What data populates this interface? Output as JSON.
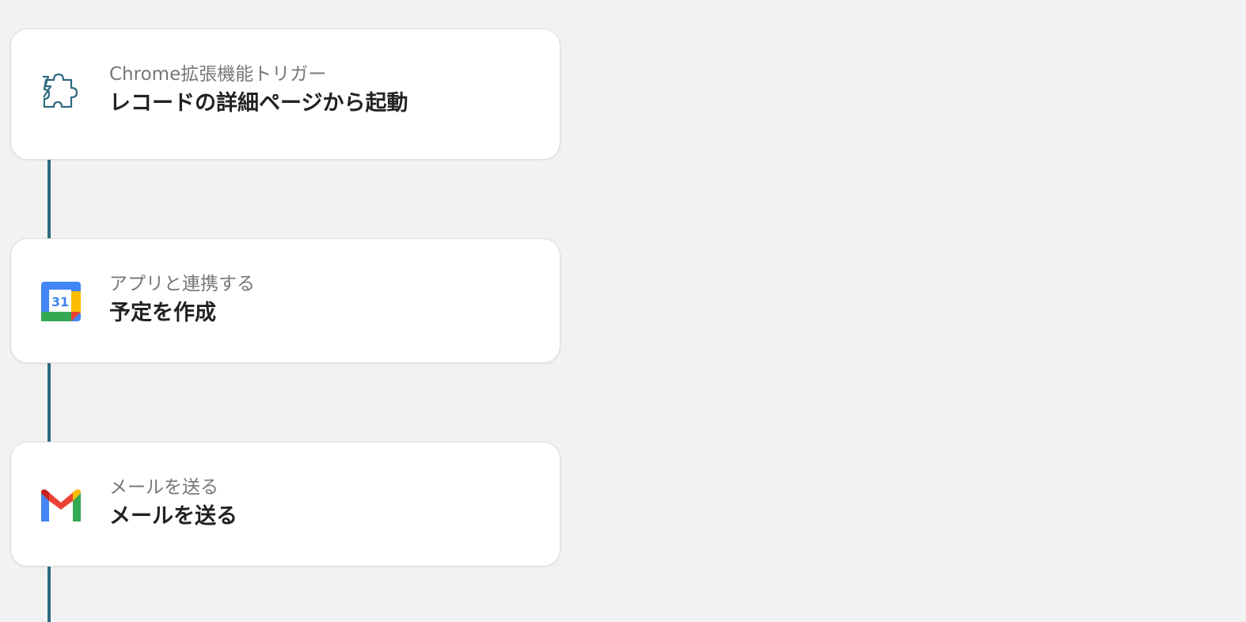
{
  "flow": {
    "steps": [
      {
        "category": "Chrome拡張機能トリガー",
        "title": "レコードの詳細ページから起動",
        "icon": "puzzle-piece-icon",
        "icon_color": "#2f6a80"
      },
      {
        "category": "アプリと連携する",
        "title": "予定を作成",
        "icon": "google-calendar-icon",
        "icon_text": "31"
      },
      {
        "category": "メールを送る",
        "title": "メールを送る",
        "icon": "gmail-icon"
      }
    ],
    "connector_color": "#2f6a80"
  }
}
